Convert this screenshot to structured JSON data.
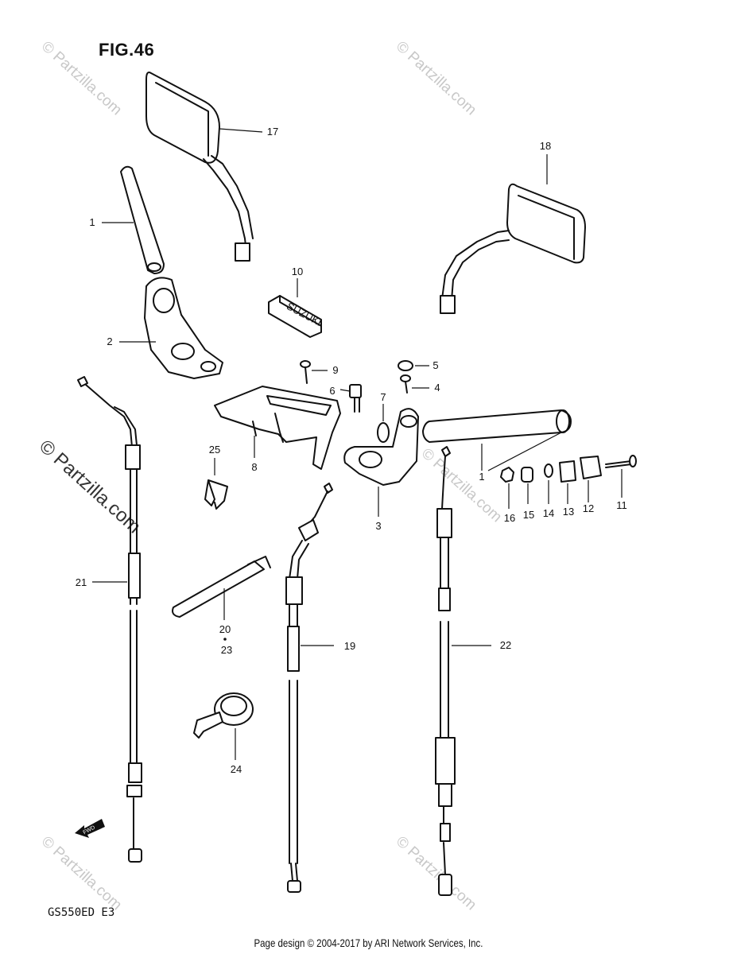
{
  "figure": {
    "title": "FIG.46",
    "model_code": "GS550ED  E3",
    "footer": "Page design © 2004-2017 by ARI Network Services, Inc."
  },
  "watermarks": {
    "small_text": "© Partzilla.com",
    "big_text": "© Partzilla.com"
  },
  "callouts": [
    {
      "id": "c17",
      "label": "17"
    },
    {
      "id": "c18",
      "label": "18"
    },
    {
      "id": "c1a",
      "label": "1"
    },
    {
      "id": "c10",
      "label": "10"
    },
    {
      "id": "c2",
      "label": "2"
    },
    {
      "id": "c9",
      "label": "9"
    },
    {
      "id": "c5",
      "label": "5"
    },
    {
      "id": "c6",
      "label": "6"
    },
    {
      "id": "c4",
      "label": "4"
    },
    {
      "id": "c7",
      "label": "7"
    },
    {
      "id": "c25",
      "label": "25"
    },
    {
      "id": "c8",
      "label": "8"
    },
    {
      "id": "c3",
      "label": "3"
    },
    {
      "id": "c1b",
      "label": "1"
    },
    {
      "id": "c16",
      "label": "16"
    },
    {
      "id": "c15",
      "label": "15"
    },
    {
      "id": "c14",
      "label": "14"
    },
    {
      "id": "c13",
      "label": "13"
    },
    {
      "id": "c12",
      "label": "12"
    },
    {
      "id": "c11",
      "label": "11"
    },
    {
      "id": "c21",
      "label": "21"
    },
    {
      "id": "c20",
      "label": "20"
    },
    {
      "id": "c23",
      "label": "23"
    },
    {
      "id": "c19",
      "label": "19"
    },
    {
      "id": "c22",
      "label": "22"
    },
    {
      "id": "c24",
      "label": "24"
    }
  ],
  "parts": {
    "switch_label": "SUZUKI",
    "fwd_label": "FWD"
  },
  "colors": {
    "line": "#111111",
    "watermark": "#c8c8c8"
  }
}
